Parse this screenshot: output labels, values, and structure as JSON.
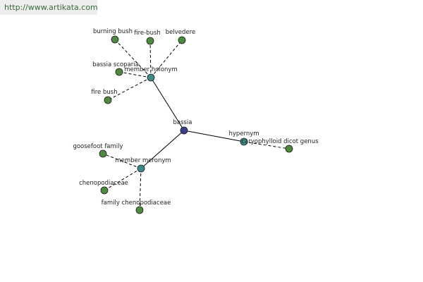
{
  "watermark": "http://www.artikata.com",
  "colors": {
    "root": "#3a3f8a",
    "relation": "#3e8a86",
    "leaf": "#4e8a3e"
  },
  "nodes": [
    {
      "id": "bassia",
      "label": "bassia",
      "kind": "root"
    },
    {
      "id": "member-holonym",
      "label": "member holonym",
      "kind": "relation"
    },
    {
      "id": "member-meronym",
      "label": "member meronym",
      "kind": "relation"
    },
    {
      "id": "hypernym",
      "label": "hypernym",
      "kind": "relation"
    },
    {
      "id": "burning-bush",
      "label": "burning bush",
      "kind": "leaf"
    },
    {
      "id": "fire-bush-hyphen",
      "label": "fire-bush",
      "kind": "leaf"
    },
    {
      "id": "belvedere",
      "label": "belvedere",
      "kind": "leaf"
    },
    {
      "id": "bassia-scoparia",
      "label": "bassia scoparia",
      "kind": "leaf"
    },
    {
      "id": "fire-bush",
      "label": "fire bush",
      "kind": "leaf"
    },
    {
      "id": "goosefoot-family",
      "label": "goosefoot family",
      "kind": "leaf"
    },
    {
      "id": "chenopodiaceae",
      "label": "chenopodiaceae",
      "kind": "leaf"
    },
    {
      "id": "family-chenopodiaceae",
      "label": "family chenopodiaceae",
      "kind": "leaf"
    },
    {
      "id": "caryophylloid-dicot-genus",
      "label": "caryophylloid dicot genus",
      "kind": "leaf"
    }
  ],
  "edges": [
    {
      "from": "bassia",
      "to": "member-holonym",
      "style": "solid"
    },
    {
      "from": "bassia",
      "to": "member-meronym",
      "style": "solid"
    },
    {
      "from": "bassia",
      "to": "hypernym",
      "style": "solid"
    },
    {
      "from": "member-holonym",
      "to": "burning-bush",
      "style": "dashed"
    },
    {
      "from": "member-holonym",
      "to": "fire-bush-hyphen",
      "style": "dashed"
    },
    {
      "from": "member-holonym",
      "to": "belvedere",
      "style": "dashed"
    },
    {
      "from": "member-holonym",
      "to": "bassia-scoparia",
      "style": "dashed"
    },
    {
      "from": "member-holonym",
      "to": "fire-bush",
      "style": "dashed"
    },
    {
      "from": "member-meronym",
      "to": "goosefoot-family",
      "style": "dashed"
    },
    {
      "from": "member-meronym",
      "to": "chenopodiaceae",
      "style": "dashed"
    },
    {
      "from": "member-meronym",
      "to": "family-chenopodiaceae",
      "style": "dashed"
    },
    {
      "from": "hypernym",
      "to": "caryophylloid-dicot-genus",
      "style": "dashed"
    }
  ]
}
